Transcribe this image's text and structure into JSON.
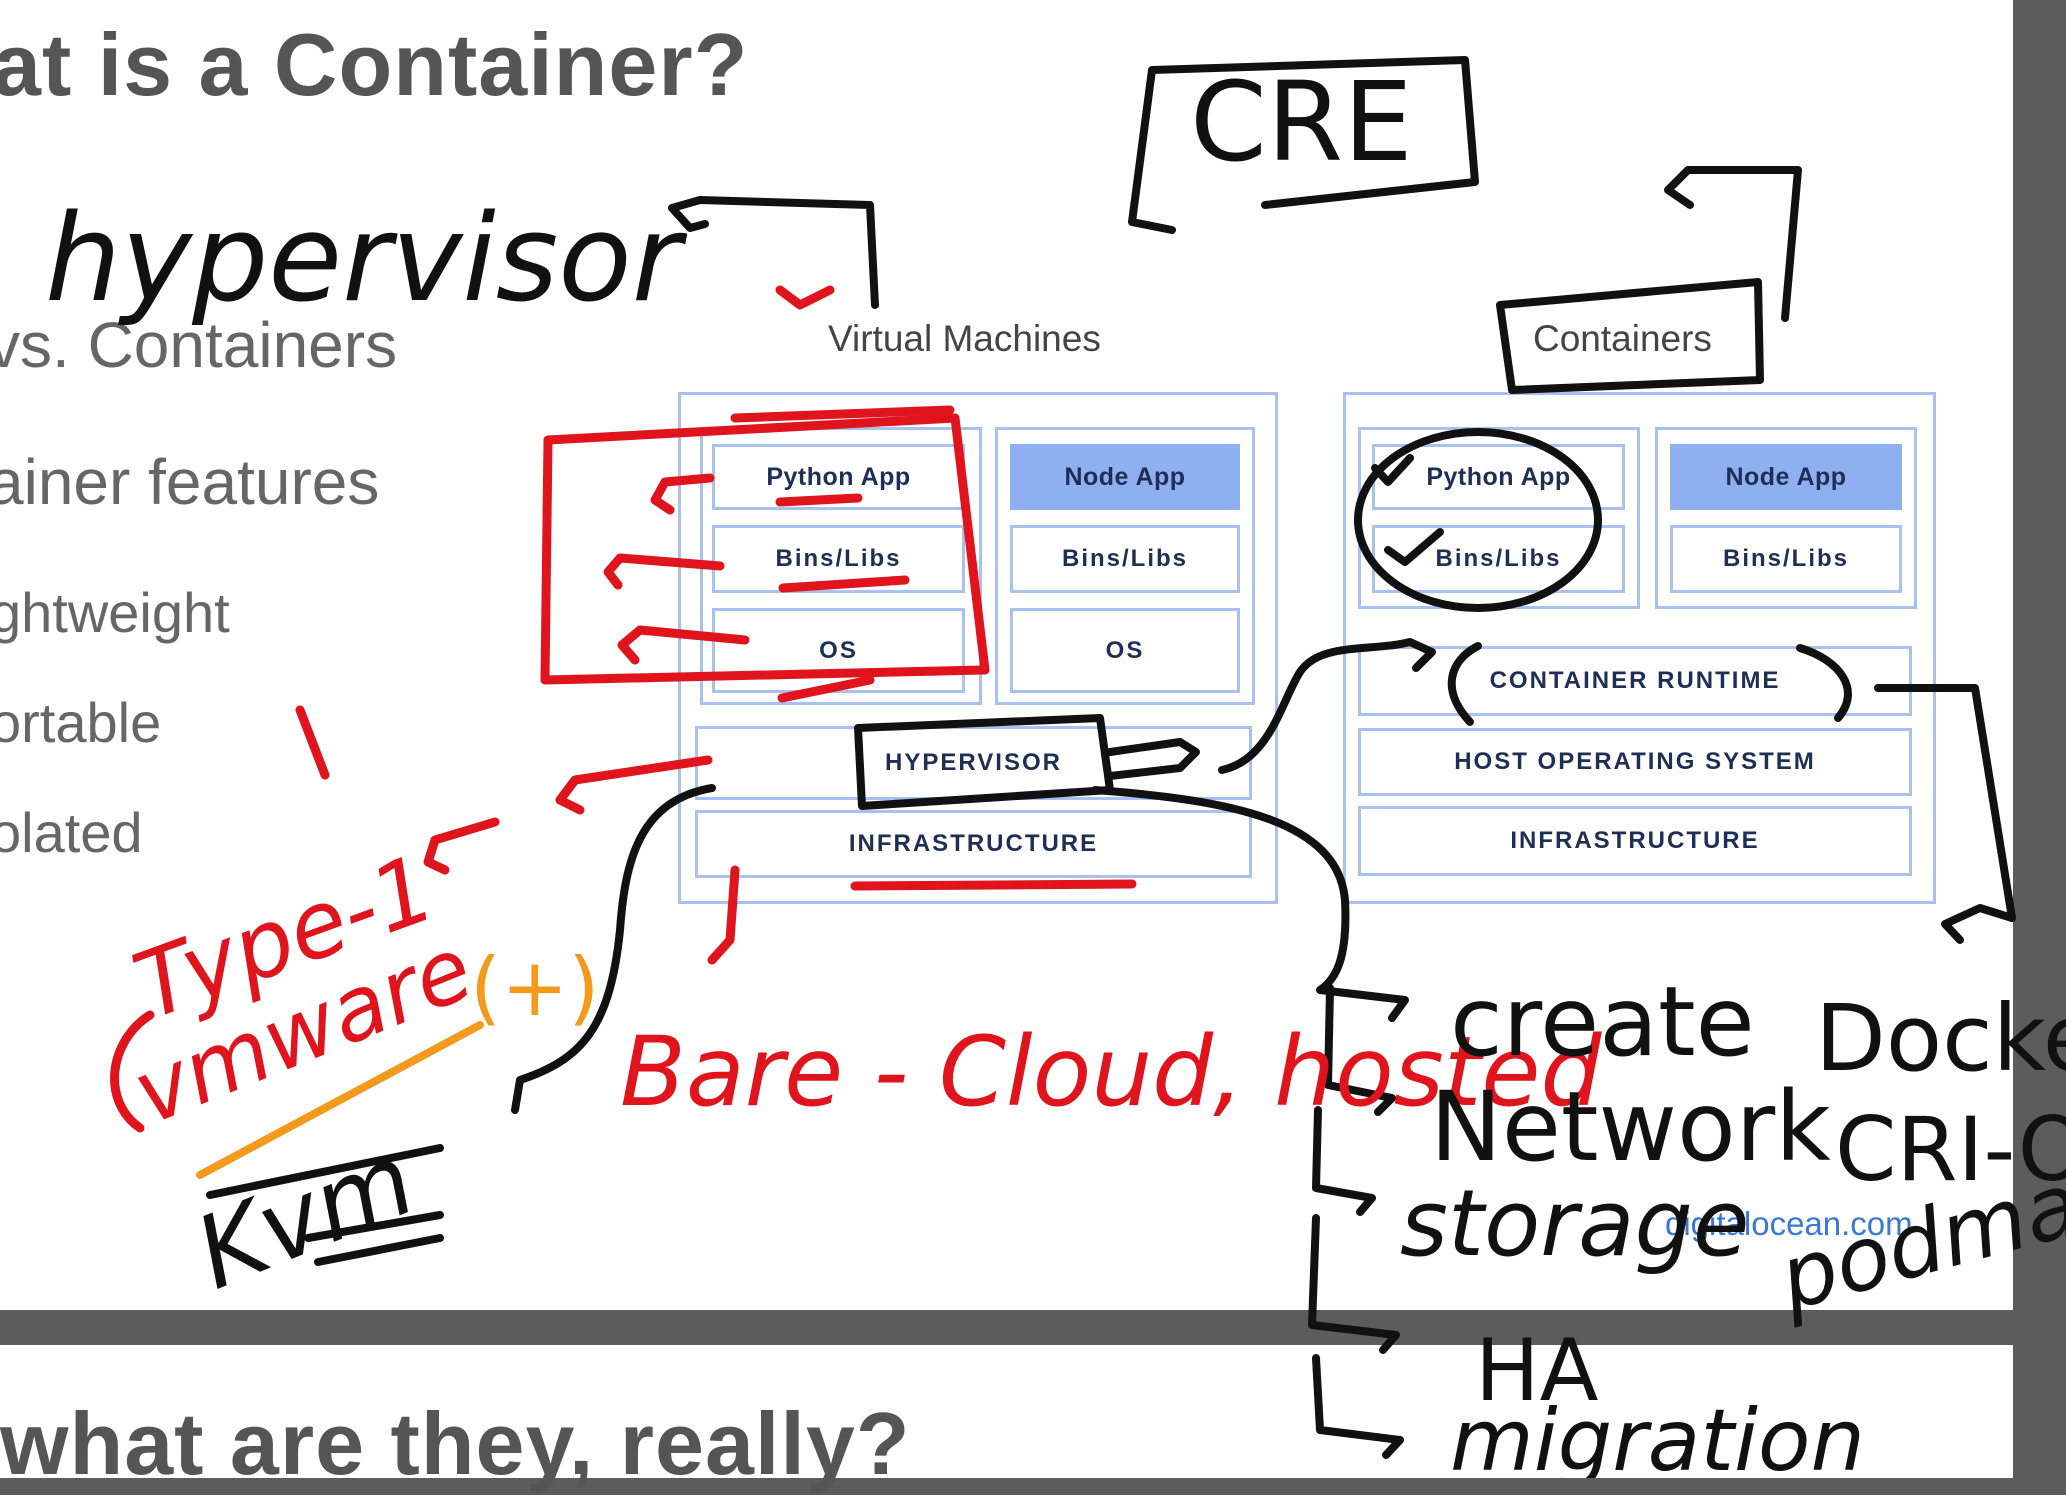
{
  "slide1": {
    "title": "at is a Container?",
    "bullets": [
      "vs. Containers",
      "ainer features",
      "ghtweight",
      "ortable",
      "olated"
    ],
    "vm": {
      "label": "Virtual Machines",
      "stack1": {
        "app": "Python App",
        "libs": "Bins/Libs",
        "os": "OS"
      },
      "stack2": {
        "app": "Node App",
        "libs": "Bins/Libs",
        "os": "OS"
      },
      "hypervisor": "HYPERVISOR",
      "infrastructure": "INFRASTRUCTURE"
    },
    "containers": {
      "label": "Containers",
      "stack1": {
        "app": "Python App",
        "libs": "Bins/Libs"
      },
      "stack2": {
        "app": "Node App",
        "libs": "Bins/Libs"
      },
      "runtime": "CONTAINER RUNTIME",
      "host_os": "HOST OPERATING SYSTEM",
      "infrastructure": "INFRASTRUCTURE"
    },
    "credit": "digitalocean.com"
  },
  "slide2": {
    "title": "what are they, really?"
  },
  "annotations": {
    "hypervisor": "hypervisor",
    "cre": "CRE",
    "type1": "Type-1",
    "vmware": "vmware",
    "vmware_mark": "(+)",
    "kvm": "Kvm",
    "bare": "Bare - Cloud, hosted",
    "create": "create",
    "network": "Network",
    "storage": "storage",
    "ha": "HA",
    "migration": "migration",
    "docker": "Docker",
    "crio": "CRI-O",
    "podman": "podman"
  },
  "colors": {
    "ink_black": "#111111",
    "ink_red": "#e0141c",
    "ink_orange": "#f39a1c",
    "box_border": "#a9c1ee",
    "box_fill": "#8fb0f0"
  }
}
